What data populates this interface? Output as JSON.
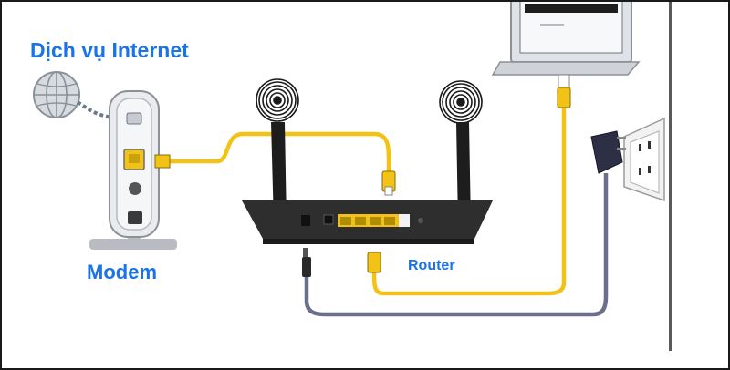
{
  "labels": {
    "internet": "Dịch vụ Internet",
    "modem": "Modem",
    "router": "Router"
  },
  "colors": {
    "label_blue": "#1a73e8",
    "ethernet_cable": "#f2c316",
    "power_cable": "#6b6f8a",
    "router_body": "#2b2b2b",
    "wifi_rings": "#1a1a1a"
  },
  "icons": {
    "internet": "globe-icon",
    "wifi": "wifi-signal-icon",
    "outlet": "power-outlet-icon",
    "adapter": "power-adapter-icon"
  }
}
